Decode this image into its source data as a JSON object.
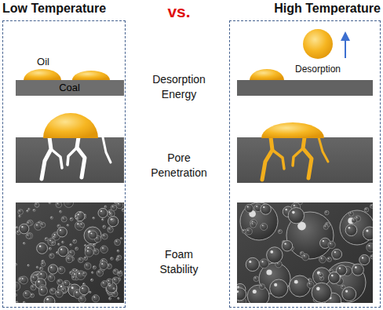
{
  "diagram": {
    "nodes": [
      {
        "text": [
          "Low Temperature"
        ]
      },
      {
        "text": [
          "Coal"
        ],
        "in": 0
      },
      {
        "text": [
          "High Temperature"
        ]
      }
    ],
    "labels": [
      "vs.",
      "Oil",
      "Desorption Energy",
      "Desorption",
      "Pore Penetration",
      "Foam Stability"
    ]
  }
}
